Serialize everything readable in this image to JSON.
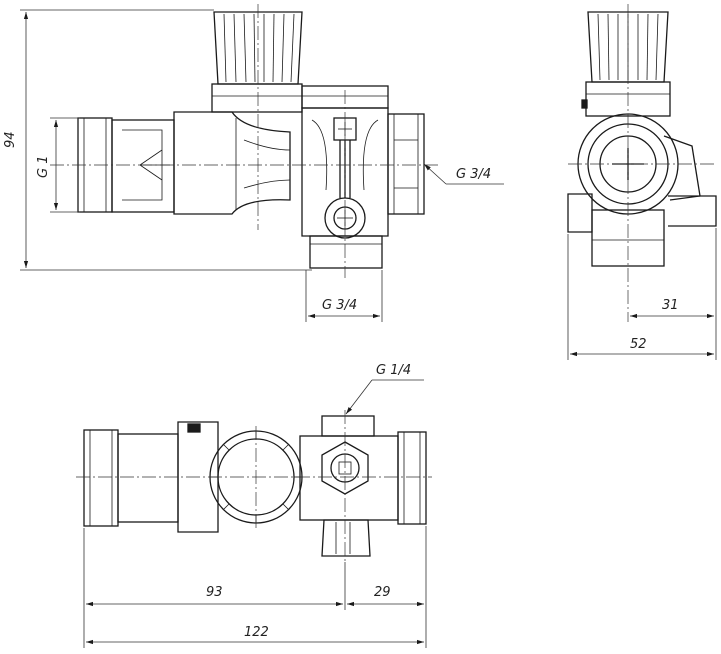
{
  "dimensions": {
    "height_total": "94",
    "thread_left": "G 1",
    "thread_right": "G 3/4",
    "thread_bottom": "G 3/4",
    "side_offset": "31",
    "side_width": "52",
    "thread_top": "G 1/4",
    "length_body": "93",
    "length_outlet": "29",
    "length_total": "122"
  }
}
